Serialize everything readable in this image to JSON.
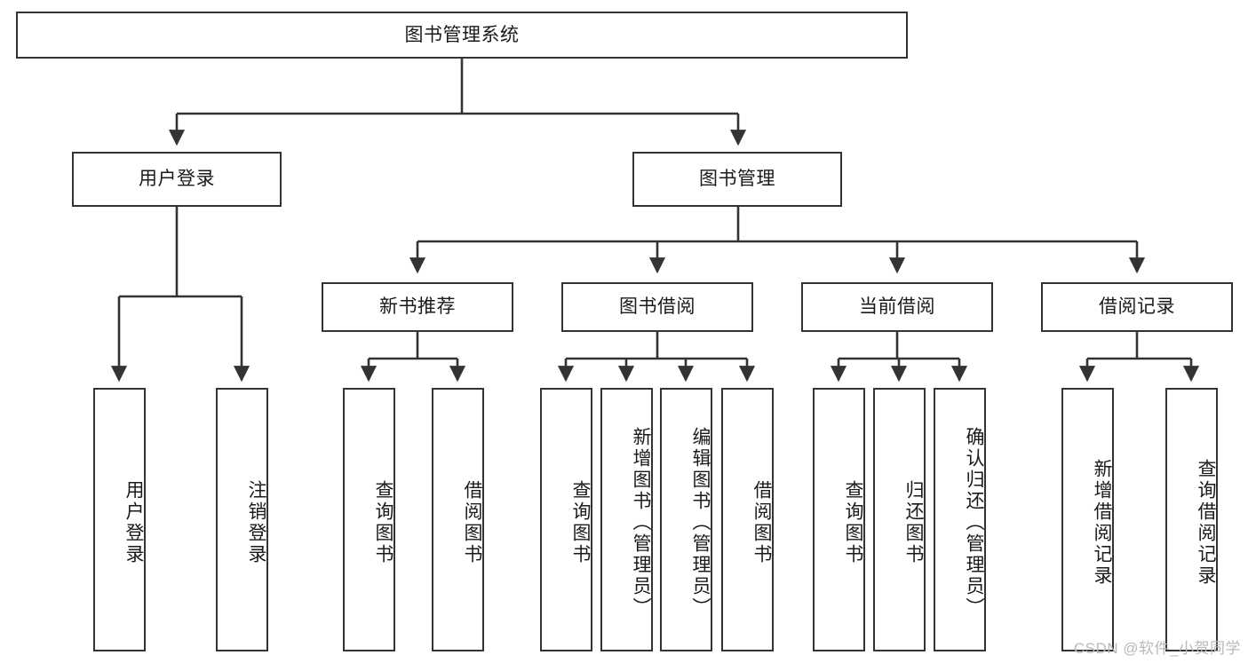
{
  "diagram": {
    "title": "图书管理系统",
    "type": "tree",
    "watermark": "CSDN @软件_小贺同学",
    "colors": {
      "stroke": "#333333",
      "fill": "#ffffff",
      "text": "#1a1a1a",
      "watermark": "#b9b9b9"
    },
    "nodes": {
      "root": "图书管理系统",
      "user_login": "用户登录",
      "book_manage": "图书管理",
      "new_book_rec": "新书推荐",
      "book_borrow": "图书借阅",
      "current_borrow": "当前借阅",
      "borrow_record": "借阅记录",
      "leaf_user_login": "用户登录",
      "leaf_logout": "注销登录",
      "leaf_query_book_1": "查询图书",
      "leaf_borrow_book_1": "借阅图书",
      "leaf_query_book_2": "查询图书",
      "leaf_add_book": "新增图书（管理员）",
      "leaf_edit_book": "编辑图书（管理员）",
      "leaf_borrow_book_2": "借阅图书",
      "leaf_query_book_3": "查询图书",
      "leaf_return_book": "归还图书",
      "leaf_confirm_return": "确认归还（管理员）",
      "leaf_add_record": "新增借阅记录",
      "leaf_query_record": "查询借阅记录"
    }
  }
}
